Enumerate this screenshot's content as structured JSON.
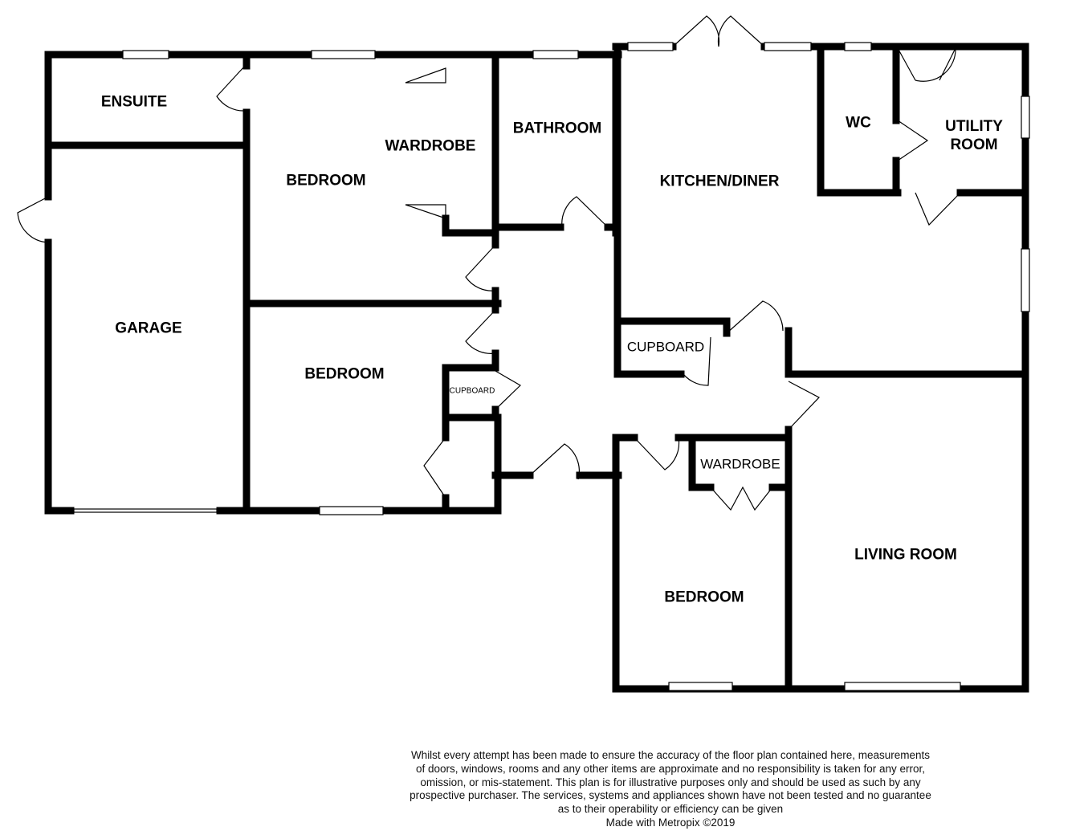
{
  "rooms": {
    "ensuite": "ENSUITE",
    "garage": "GARAGE",
    "bedroom_main": "BEDROOM",
    "wardrobe_main": "WARDROBE",
    "bathroom": "BATHROOM",
    "kitchen_diner": "KITCHEN/DINER",
    "wc": "WC",
    "utility_room": "UTILITY ROOM",
    "bedroom_2": "BEDROOM",
    "cupboard_small": "CUPBOARD",
    "cupboard_kitchen": "CUPBOARD",
    "wardrobe_bed3": "WARDROBE",
    "bedroom_3": "BEDROOM",
    "living_room": "LIVING ROOM"
  },
  "disclaimer": {
    "lines": [
      "Whilst every attempt has been made to ensure the accuracy of the floor plan contained here, measurements",
      "of doors, windows, rooms and any other items are approximate and no responsibility is taken for any error,",
      "omission, or mis-statement. This plan is for illustrative purposes only and should be used as such by any",
      "prospective purchaser. The services, systems and appliances shown have not been tested and no guarantee",
      "as to their operability or efficiency can be given"
    ],
    "credit": "Made with Metropix ©2019"
  }
}
